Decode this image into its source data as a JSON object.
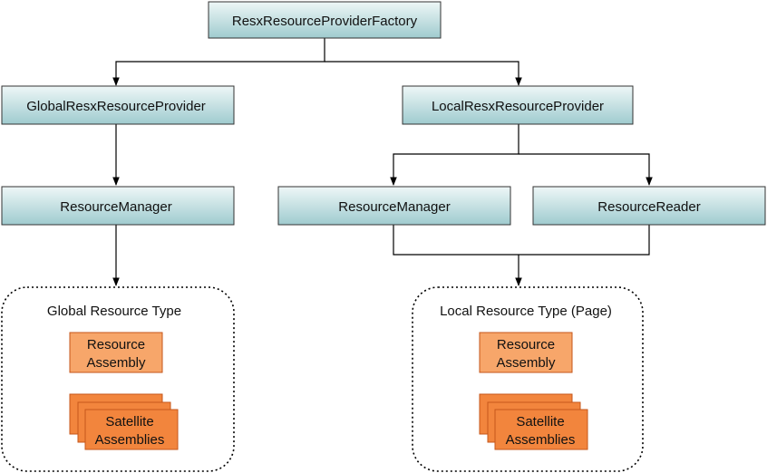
{
  "colors": {
    "box_gradient_top": "#eef7f7",
    "box_gradient_bottom": "#9fcbcf",
    "box_border": "#333333",
    "resource_fill": "#f7a66a",
    "satellite_fill": "#f2853d",
    "resource_border": "#c5561a",
    "connector": "#000000",
    "group_border": "#000000"
  },
  "nodes": {
    "factory": "ResxResourceProviderFactory",
    "global_provider": "GlobalResxResourceProvider",
    "local_provider": "LocalResxResourceProvider",
    "global_manager": "ResourceManager",
    "local_manager": "ResourceManager",
    "local_reader": "ResourceReader"
  },
  "groups": {
    "global": {
      "title": "Global Resource Type",
      "resource_line1": "Resource",
      "resource_line2": "Assembly",
      "satellite_line1": "Satellite",
      "satellite_line2": "Assemblies"
    },
    "local": {
      "title": "Local Resource Type (Page)",
      "resource_line1": "Resource",
      "resource_line2": "Assembly",
      "satellite_line1": "Satellite",
      "satellite_line2": "Assemblies"
    }
  }
}
